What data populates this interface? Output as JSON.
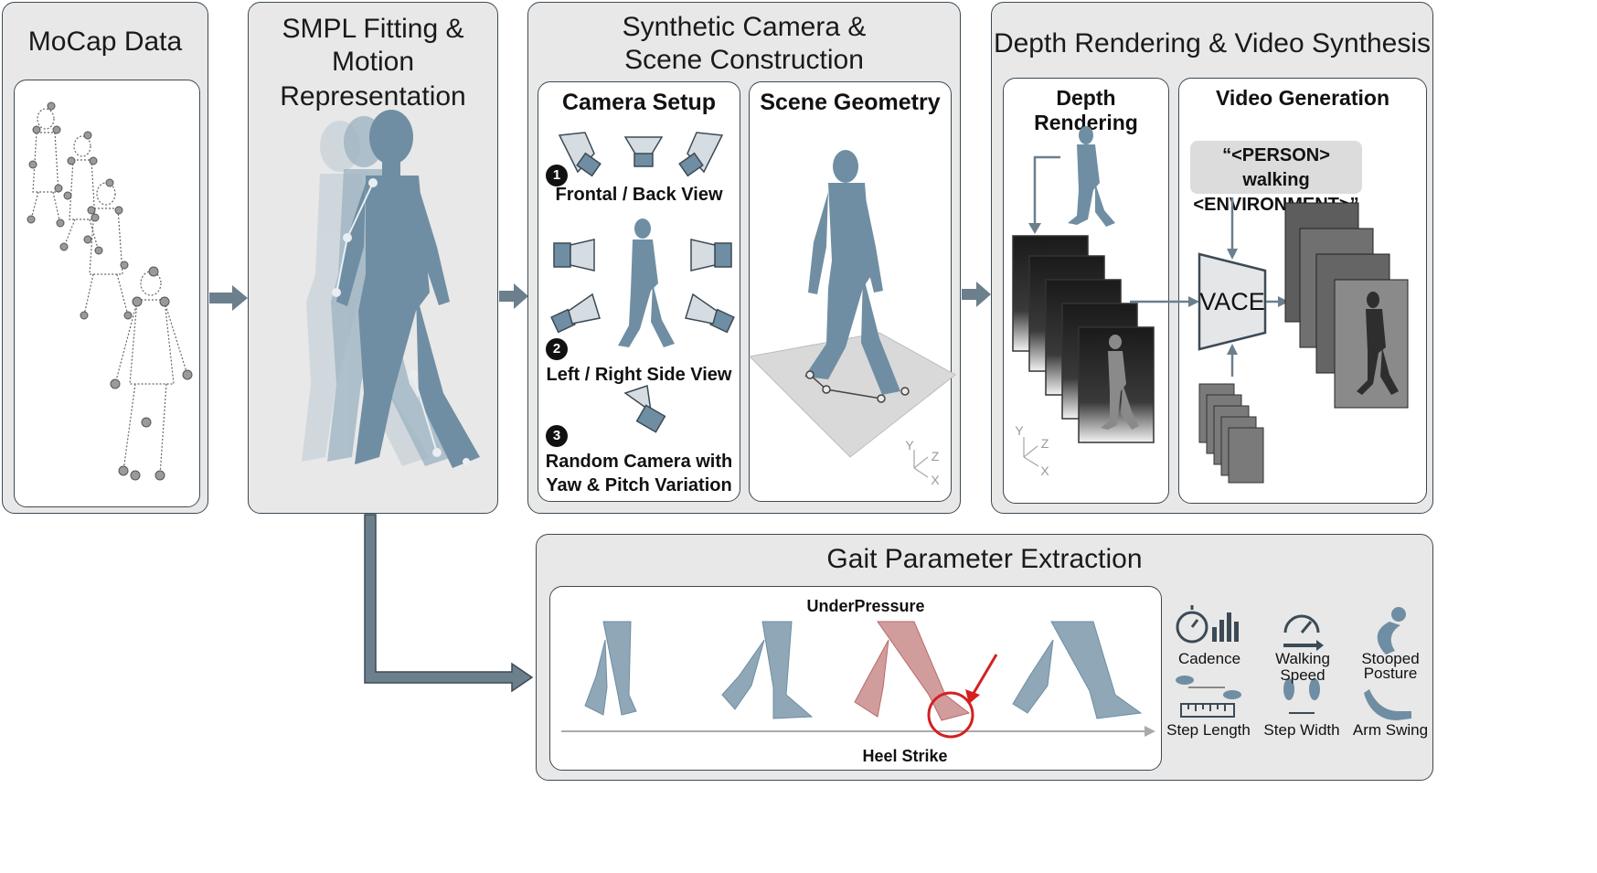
{
  "panels": {
    "mocap": {
      "title": "MoCap Data"
    },
    "smpl": {
      "title_line1": "SMPL Fitting &",
      "title_line2": "Motion Representation"
    },
    "synthetic": {
      "title_line1": "Synthetic Camera &",
      "title_line2": "Scene Construction",
      "camera_setup": {
        "title": "Camera Setup",
        "views": [
          {
            "number": "1",
            "label": "Frontal / Back View"
          },
          {
            "number": "2",
            "label": "Left / Right Side View"
          },
          {
            "number": "3",
            "label_line1": "Random Camera with",
            "label_line2": "Yaw & Pitch Variation"
          }
        ]
      },
      "scene_geometry": {
        "title": "Scene Geometry",
        "axes": {
          "y": "Y",
          "z": "Z",
          "x": "X"
        }
      }
    },
    "depth_video": {
      "title": "Depth Rendering & Video Synthesis",
      "depth_rendering": {
        "title": "Depth Rendering",
        "axes": {
          "y": "Y",
          "z": "Z",
          "x": "X"
        }
      },
      "video_generation": {
        "title": "Video Generation",
        "prompt_line1": "“<PERSON> walking",
        "prompt_line2": "<ENVIRONMENT>”",
        "model": "VACE"
      }
    },
    "gait": {
      "title": "Gait Parameter Extraction",
      "dataset": "UnderPressure",
      "event": "Heel Strike",
      "parameters": [
        {
          "label": "Cadence",
          "icon": "stopwatch-icon"
        },
        {
          "label": "Walking Speed",
          "icon": "speedometer-icon"
        },
        {
          "label_line1": "Stooped",
          "label_line2": "Posture",
          "icon": "stooped-figure-icon"
        },
        {
          "label": "Step Length",
          "icon": "ruler-icon"
        },
        {
          "label": "Step Width",
          "icon": "footprints-icon"
        },
        {
          "label": "Arm Swing",
          "icon": "arm-icon"
        }
      ]
    }
  },
  "colors": {
    "panel_bg": "#e8e8e8",
    "border": "#3c4a55",
    "figure": "#6f8ea3",
    "arrow": "#6b7f8d",
    "highlight": "#d42020"
  }
}
